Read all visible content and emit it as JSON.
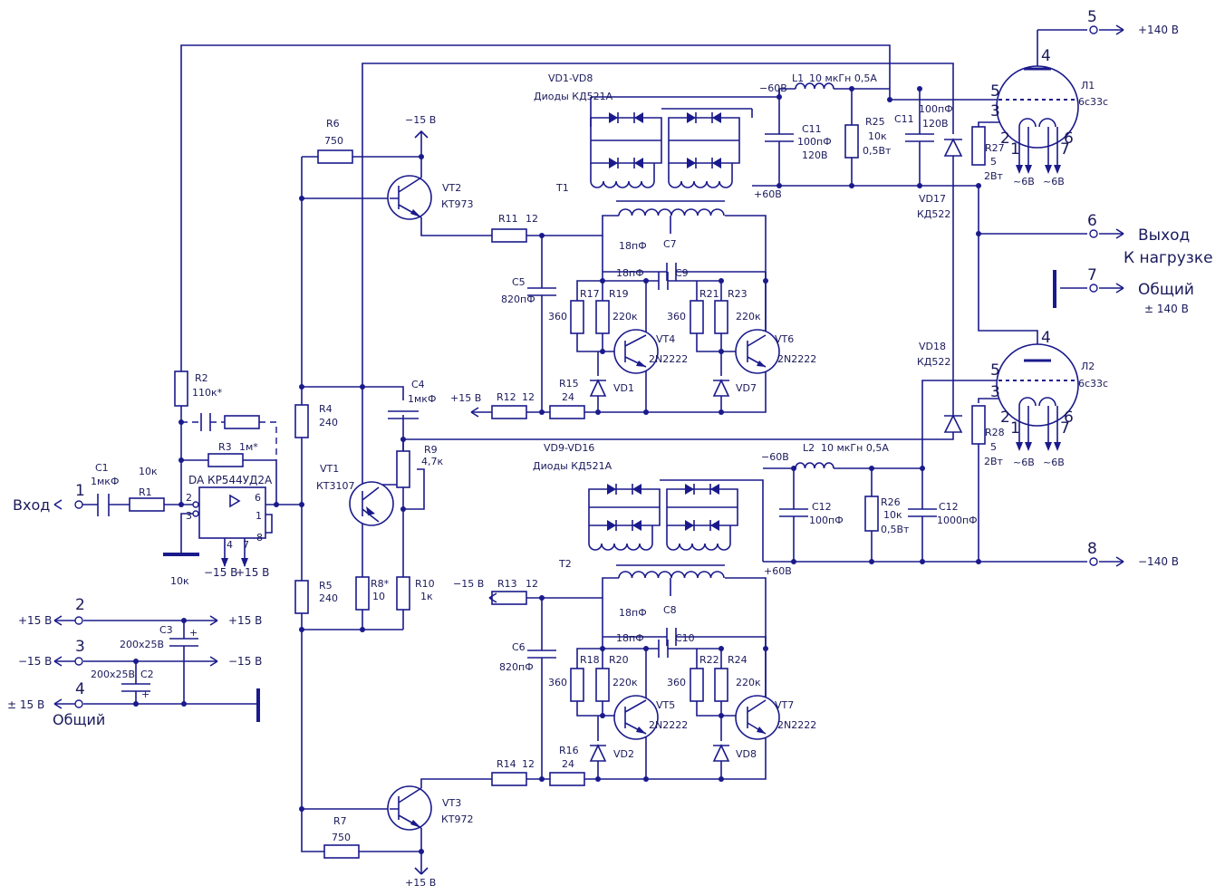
{
  "diagram": {
    "colors": {
      "wire": "#1a1a8c",
      "text": "#1a1a5c",
      "background": "#ffffff"
    },
    "terminals": {
      "input": "Вход",
      "output": "Выход",
      "output_sub": "К нагрузке",
      "common_hv": "Общий",
      "common_hv_sub": "± 140 В",
      "plus140": "+140 В",
      "minus140": "−140 В",
      "p15": "+15 В",
      "m15": "−15 В",
      "pm15": "± 15 В",
      "common_lv": "Общий",
      "pins": [
        "1",
        "2",
        "3",
        "4",
        "5",
        "6",
        "7",
        "8"
      ]
    },
    "opamp": {
      "name": "DA КР544УД2А",
      "pins": [
        "2",
        "3",
        "6",
        "1",
        "4",
        "7",
        "8"
      ],
      "supply_neg": "−15 В",
      "supply_pos": "+15 В",
      "trim": "10к"
    },
    "components": {
      "C1": {
        "ref": "C1",
        "value": "1мкФ"
      },
      "R1": {
        "ref": "R1",
        "value": "10к"
      },
      "R2": {
        "ref": "R2",
        "value": "110к*"
      },
      "R3": {
        "ref": "R3",
        "value": "1м*"
      },
      "R4": {
        "ref": "R4",
        "value": "240"
      },
      "R5": {
        "ref": "R5",
        "value": "240"
      },
      "R6": {
        "ref": "R6",
        "value": "750"
      },
      "R7": {
        "ref": "R7",
        "value": "750"
      },
      "R8": {
        "ref": "R8*",
        "value": "10"
      },
      "R9": {
        "ref": "R9",
        "value": "4,7к"
      },
      "R10": {
        "ref": "R10",
        "value": "1к"
      },
      "R11": {
        "ref": "R11",
        "value": "12"
      },
      "R12": {
        "ref": "R12",
        "value": "12"
      },
      "R13": {
        "ref": "R13",
        "value": "12"
      },
      "R14": {
        "ref": "R14",
        "value": "12"
      },
      "R15": {
        "ref": "R15",
        "value": "24"
      },
      "R16": {
        "ref": "R16",
        "value": "24"
      },
      "R17": {
        "ref": "R17",
        "value": "360"
      },
      "R18": {
        "ref": "R18",
        "value": "360"
      },
      "R19": {
        "ref": "R19",
        "value": "220к"
      },
      "R20": {
        "ref": "R20",
        "value": "220к"
      },
      "R21": {
        "ref": "R21",
        "value": "360"
      },
      "R22": {
        "ref": "R22",
        "value": "360"
      },
      "R23": {
        "ref": "R23",
        "value": "220к"
      },
      "R24": {
        "ref": "R24",
        "value": "220к"
      },
      "R25": {
        "ref": "R25",
        "value": "10к",
        "power": "0,5Вт"
      },
      "R26": {
        "ref": "R26",
        "value": "10к",
        "power": "0,5Вт"
      },
      "R27": {
        "ref": "R27",
        "value": "5",
        "power": "2Вт"
      },
      "R28": {
        "ref": "R28",
        "value": "5",
        "power": "2Вт"
      },
      "C2": {
        "ref": "C2",
        "value": "200x25В"
      },
      "C3": {
        "ref": "C3",
        "value": "200x25В"
      },
      "C4": {
        "ref": "C4",
        "value": "1мкФ"
      },
      "C5": {
        "ref": "C5",
        "value": "820пФ"
      },
      "C6": {
        "ref": "C6",
        "value": "820пФ"
      },
      "C7": {
        "ref": "C7",
        "value": "18пФ"
      },
      "C8": {
        "ref": "C8",
        "value": "18пФ"
      },
      "C9": {
        "ref": "C9",
        "value": "18пФ"
      },
      "C10": {
        "ref": "C10",
        "value": "18пФ"
      },
      "C11a": {
        "ref": "C11",
        "value": "100пФ",
        "voltage": "120В"
      },
      "C11b": {
        "ref": "C11",
        "value": "100пФ",
        "voltage": "120В"
      },
      "C12a": {
        "ref": "C12",
        "value": "100пФ"
      },
      "C12b": {
        "ref": "C12",
        "value": "1000пФ"
      },
      "L1": {
        "ref": "L1",
        "value": "10 мкГн 0,5А"
      },
      "L2": {
        "ref": "L2",
        "value": "10 мкГн 0,5А"
      },
      "VT1": {
        "ref": "VT1",
        "type": "КТ3107"
      },
      "VT2": {
        "ref": "VT2",
        "type": "КТ973"
      },
      "VT3": {
        "ref": "VT3",
        "type": "КТ972"
      },
      "VT4": {
        "ref": "VT4",
        "type": "2N2222"
      },
      "VT5": {
        "ref": "VT5",
        "type": "2N2222"
      },
      "VT6": {
        "ref": "VT6",
        "type": "2N2222"
      },
      "VT7": {
        "ref": "VT7",
        "type": "2N2222"
      },
      "VD1": {
        "ref": "VD1"
      },
      "VD2": {
        "ref": "VD2"
      },
      "VD7": {
        "ref": "VD7"
      },
      "VD8": {
        "ref": "VD8"
      },
      "VD17": {
        "ref": "VD17",
        "type": "КД522"
      },
      "VD18": {
        "ref": "VD18",
        "type": "КД522"
      },
      "VD1_VD8": {
        "ref": "VD1-VD8",
        "type": "Диоды КД521А"
      },
      "VD9_VD16": {
        "ref": "VD9-VD16",
        "type": "Диоды КД521А"
      },
      "T1": {
        "ref": "T1"
      },
      "T2": {
        "ref": "T2"
      },
      "L1_tube": {
        "ref": "Л1",
        "type": "6с33с"
      },
      "L2_tube": {
        "ref": "Л2",
        "type": "6с33с"
      }
    },
    "rails": {
      "minus60": "−60В",
      "plus60": "+60В",
      "minus15": "−15 В",
      "plus15": "+15 В"
    },
    "tube_pins": [
      "4",
      "5",
      "3",
      "2",
      "1",
      "6",
      "7"
    ],
    "heater": "~6В"
  }
}
